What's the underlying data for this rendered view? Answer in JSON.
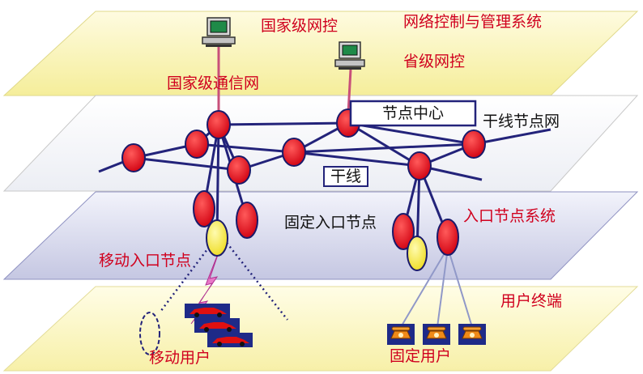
{
  "labels": {
    "national_control": "国家级网控",
    "nms_system": "网络控制与管理系统",
    "provincial_control": "省级网控",
    "national_comm_network": "国家级通信网",
    "node_center": "节点中心",
    "trunk_node_network": "干线节点网",
    "trunk": "干线",
    "fixed_access_node": "固定入口节点",
    "access_node_system": "入口节点系统",
    "mobile_access_node": "移动入口节点",
    "user_terminal": "用户终端",
    "mobile_user": "移动用户",
    "fixed_user": "固定用户"
  },
  "colors": {
    "top_plane": "#fbf5b4",
    "mid_plane": "#f4f5f8",
    "access_plane": "#d6d7ec",
    "bottom_plane": "#fbf6bf",
    "node_red": "#e8101a",
    "node_yellow": "#f5ea3a",
    "link_navy": "#23237a",
    "text_red": "#d0001e"
  },
  "icons": [
    "computer-icon",
    "car-icon",
    "telephone-icon"
  ]
}
